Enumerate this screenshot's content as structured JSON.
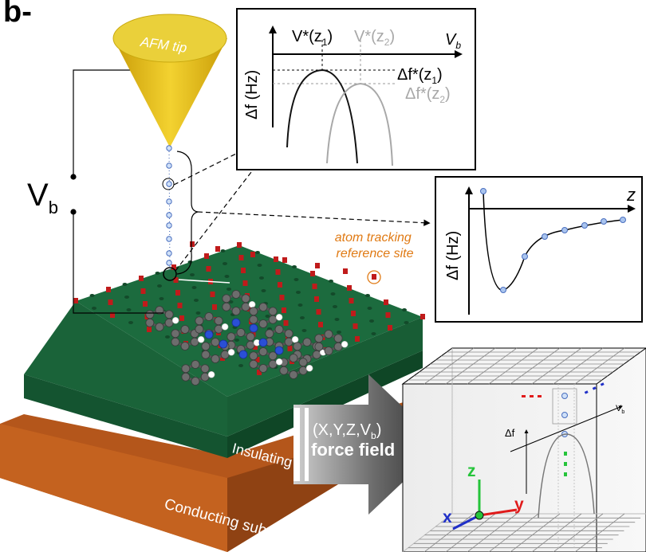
{
  "panel_label": "b-",
  "tip_label": "AFM tip",
  "bias_label": {
    "main": "V",
    "sub": "b"
  },
  "top_plot": {
    "v_star_1_main": "V*(z",
    "v_star_1_sub": "1",
    "v_star_1_close": ")",
    "v_star_2_main": "V*(z",
    "v_star_2_sub": "2",
    "v_star_2_close": ")",
    "x_axis_main": "V",
    "x_axis_sub": "b",
    "y_axis": "Δf (Hz)",
    "df_star_1_main": "Δf*(z",
    "df_star_1_sub": "1",
    "df_star_1_close": ")",
    "df_star_2_main": "Δf*(z",
    "df_star_2_sub": "2",
    "df_star_2_close": ")"
  },
  "right_plot": {
    "x_axis": "z",
    "y_axis": "Δf (Hz)"
  },
  "reference_site_label": [
    "atom tracking",
    "reference site"
  ],
  "arrow_label": {
    "line1_main": "(X,Y,Z,V",
    "line1_sub": "b",
    "line1_close": ")",
    "line2": "force field"
  },
  "film_label": "Insulating film",
  "substrate_label": "Conducting substrate",
  "cube": {
    "axis_x": "x",
    "axis_y": "y",
    "axis_z": "z",
    "df_label": "Δf",
    "vb_label": "V",
    "vb_sub": "b"
  },
  "colors": {
    "tip": "#e8c31a",
    "film": "#1c6b3e",
    "substrate": "#b4561b",
    "oxygen_dots": "#c01b1b",
    "orange_text": "#e07a14",
    "axis_x_color": "#2030c8",
    "axis_y_color": "#e01b1b",
    "axis_z_color": "#25c43a"
  }
}
